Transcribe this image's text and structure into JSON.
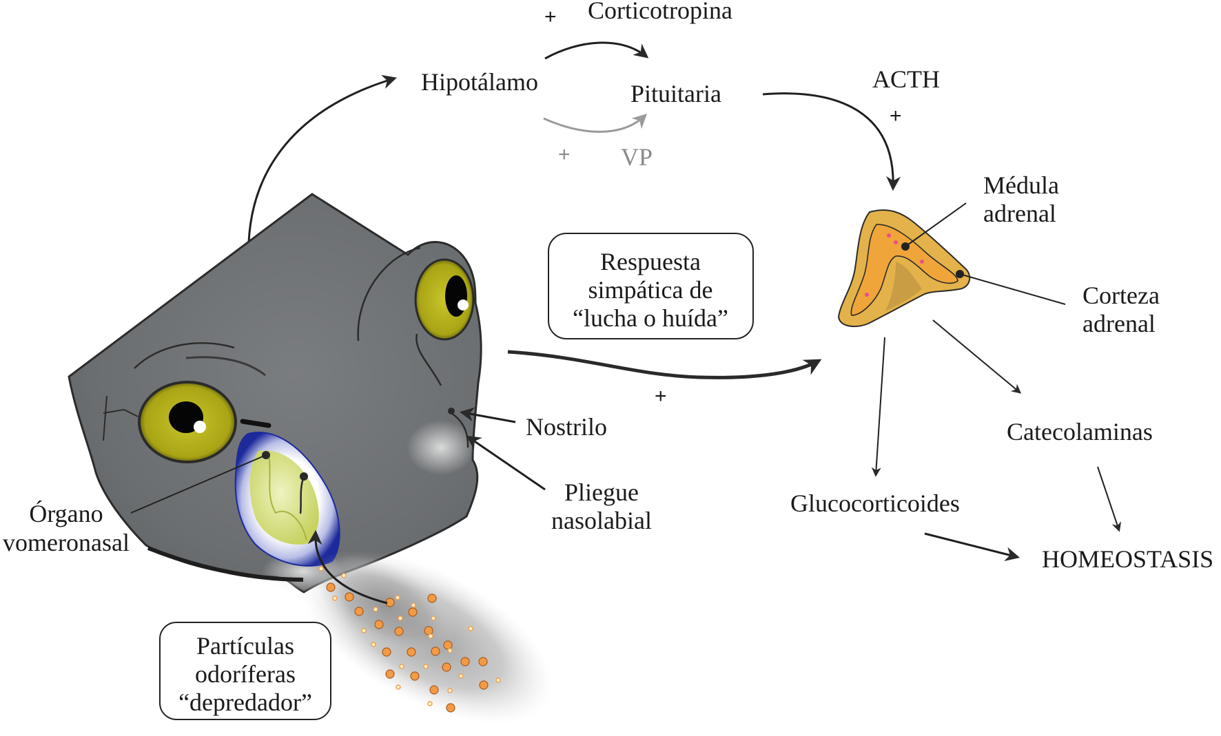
{
  "figure": {
    "type": "predator-odor stress response pathway",
    "hpa_axis": {
      "hypothalamus": "Hipotálamo",
      "pituitary": "Pituitaria",
      "corticotropin": "Corticotropina",
      "corticotropin_sign": "+",
      "vasopressin": "VP",
      "vasopressin_sign": "+",
      "acth": "ACTH",
      "acth_sign": "+"
    },
    "adrenal": {
      "medulla_label_line1": "Médula",
      "medulla_label_line2": "adrenal",
      "cortex_label_line1": "Corteza",
      "cortex_label_line2": "adrenal"
    },
    "sympathetic_box": {
      "line1": "Respuesta",
      "line2": "simpática de",
      "line3": "“lucha o huída”",
      "sign": "+"
    },
    "outputs": {
      "catecholamines": "Catecolaminas",
      "glucocorticoids": "Glucocorticoides",
      "homeostasis": "HOMEOSTASIS"
    },
    "head_labels": {
      "nostril": "Nostrilo",
      "nasolabial_line1": "Pliegue",
      "nasolabial_line2": "nasolabial",
      "vomeronasal_line1": "Órgano",
      "vomeronasal_line2": "vomeronasal"
    },
    "odor_box": {
      "line1": "Partículas",
      "line2": "odoríferas",
      "line3": "“depredador”"
    },
    "colors": {
      "head_gray": "#6e7173",
      "eye_yellow": "#b8b41e",
      "vno_blue": "#1c2a9c",
      "adrenal_orange": "#e8b54a",
      "particle_orange": "#f29a45",
      "vp_gray": "#8a8a8a"
    }
  }
}
